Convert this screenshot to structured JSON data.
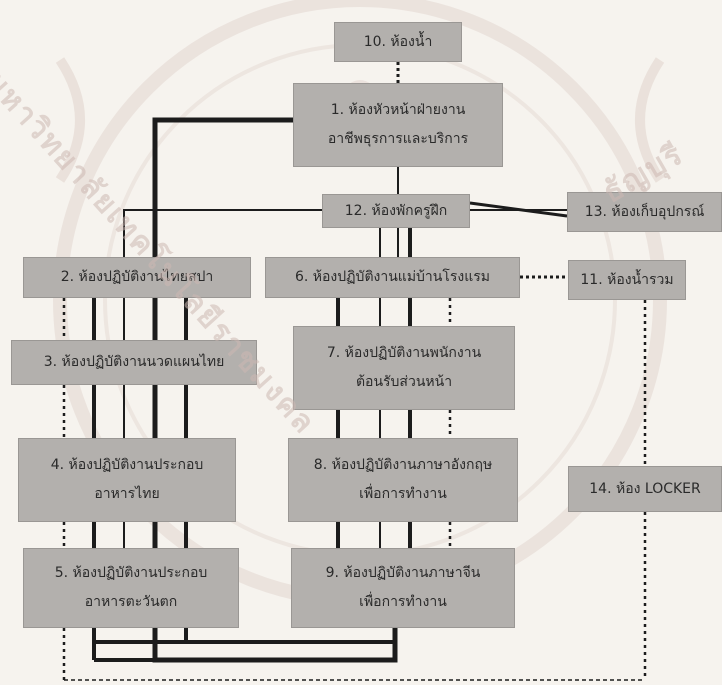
{
  "rooms": {
    "r10": "10. ห้องน้ำ",
    "r1": "1. ห้องหัวหน้าฝ่ายงาน อาชีพธุรการและบริการ",
    "r12": "12. ห้องพักครูฝึก",
    "r13": "13. ห้องเก็บอุปกรณ์",
    "r2": "2. ห้องปฏิบัติงานไทยสปา",
    "r6": "6. ห้องปฏิบัติงานแม่บ้านโรงแรม",
    "r11": "11. ห้องน้ำรวม",
    "r3": "3. ห้องปฏิบัติงานนวดแผนไทย",
    "r7": "7. ห้องปฏิบัติงานพนักงาน ต้อนรับส่วนหน้า",
    "r4": "4. ห้องปฏิบัติงานประกอบ อาหารไทย",
    "r8": "8. ห้องปฏิบัติงานภาษาอังกฤษ เพื่อการทำงาน",
    "r14": "14. ห้อง LOCKER",
    "r5": "5. ห้องปฏิบัติงานประกอบ อาหารตะวันตก",
    "r9": "9. ห้องปฏิบัติงานภาษาจีน เพื่อการทำงาน"
  },
  "room_lines": {
    "r1": [
      "1. ห้องหัวหน้าฝ่ายงาน",
      "อาชีพธุรการและบริการ"
    ],
    "r7": [
      "7. ห้องปฏิบัติงานพนักงาน",
      "ต้อนรับส่วนหน้า"
    ],
    "r4": [
      "4. ห้องปฏิบัติงานประกอบ",
      "อาหารไทย"
    ],
    "r8": [
      "8. ห้องปฏิบัติงานภาษาอังกฤษ",
      "เพื่อการทำงาน"
    ],
    "r5": [
      "5. ห้องปฏิบัติงานประกอบ",
      "อาหารตะวันตก"
    ],
    "r9": [
      "9. ห้องปฏิบัติงานภาษาจีน",
      "เพื่อการทำงาน"
    ]
  },
  "watermark": {
    "arc_left": "มหาวิทยาลัยเทคโนโลยีราชมงคล",
    "arc_right": "ธัญบุรี"
  },
  "colors": {
    "box_fill": "#b3b0ad",
    "line_dark": "#1c1c1c",
    "watermark": "#cdb9b3"
  }
}
